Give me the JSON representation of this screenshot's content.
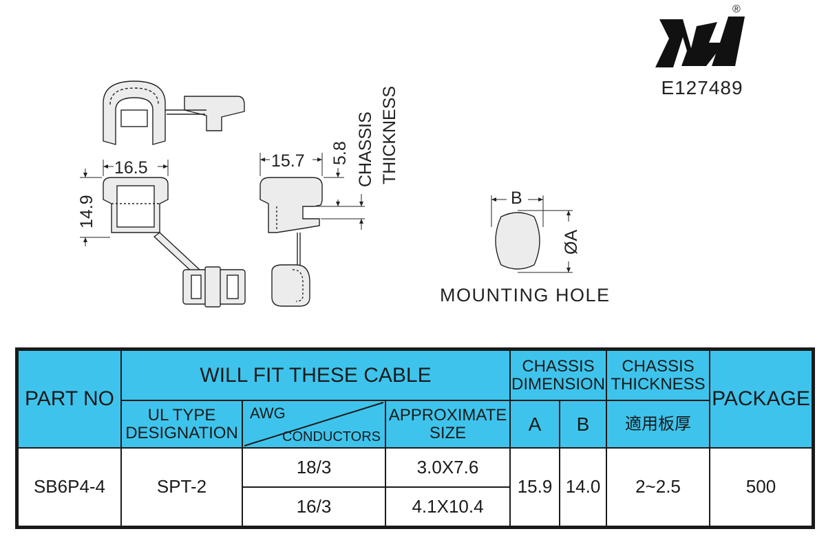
{
  "certification": {
    "registered_mark": "®",
    "file_number": "E127489"
  },
  "drawing": {
    "dim_width_left": "16.5",
    "dim_height_left": "14.9",
    "dim_width_right": "15.7",
    "dim_offset": "5.8",
    "chassis_label_line1": "CHASSIS",
    "chassis_label_line2": "THICKNESS",
    "hole_dim_b": "B",
    "hole_dim_a": "ØA",
    "hole_caption": "MOUNTING HOLE"
  },
  "table": {
    "headers": {
      "part_no": "PART NO",
      "will_fit": "WILL FIT THESE CABLE",
      "ul_type_line1": "UL TYPE",
      "ul_type_line2": "DESIGNATION",
      "awg": "AWG",
      "conductors": "CONDUCTORS",
      "approx_line1": "APPROXIMATE",
      "approx_line2": "SIZE",
      "chassis_dim_line1": "CHASSIS",
      "chassis_dim_line2": "DIMENSION",
      "col_a": "A",
      "col_b": "B",
      "chassis_thk_line1": "CHASSIS",
      "chassis_thk_line2": "THICKNESS",
      "chassis_thk_cn": "適用板厚",
      "package": "PACKAGE"
    },
    "row": {
      "part_no": "SB6P4-4",
      "ul_type": "SPT-2",
      "cables": [
        {
          "awg_conductors": "18/3",
          "approx_size": "3.0X7.6"
        },
        {
          "awg_conductors": "16/3",
          "approx_size": "4.1X10.4"
        }
      ],
      "dim_a": "15.9",
      "dim_b": "14.0",
      "thickness": "2~2.5",
      "package": "500"
    },
    "colors": {
      "header_bg": "#3ec4ec",
      "border": "#1a1a1a"
    }
  }
}
